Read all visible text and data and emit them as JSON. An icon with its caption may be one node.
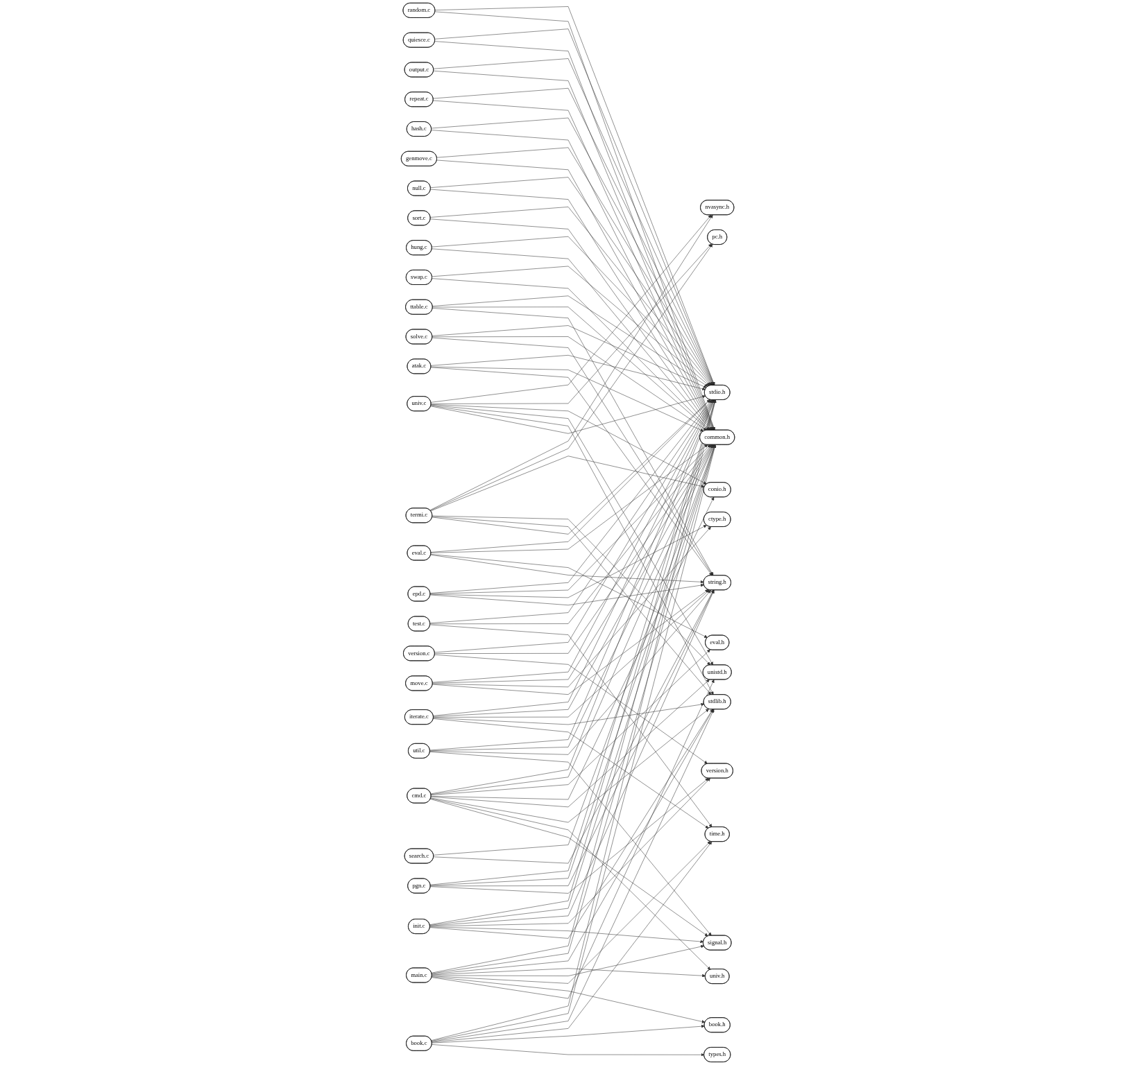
{
  "diagram": {
    "nodes": [
      {
        "text": [
          "nvasync.h"
        ]
      },
      {
        "text": [
          "pc.h"
        ]
      },
      {
        "text": [
          "random.c"
        ]
      },
      {
        "text": [
          "quiesce.c"
        ]
      },
      {
        "text": [
          "output.c"
        ]
      },
      {
        "text": [
          "conio.h"
        ]
      },
      {
        "text": [
          "univ.c"
        ]
      },
      {
        "text": [
          "repeat.c"
        ]
      },
      {
        "text": [
          "hash.c"
        ]
      },
      {
        "text": [
          "genmove.c"
        ]
      },
      {
        "text": [
          "termi.c"
        ]
      },
      {
        "text": [
          "null.c"
        ]
      },
      {
        "text": [
          "sort.c"
        ]
      },
      {
        "text": [
          "hung.c"
        ]
      },
      {
        "text": [
          "unistd.h"
        ]
      },
      {
        "text": [
          "ttable.c"
        ]
      },
      {
        "text": [
          "solve.c"
        ]
      },
      {
        "text": [
          "cmd.c"
        ]
      },
      {
        "text": [
          "eval.h"
        ]
      },
      {
        "text": [
          "stdio.h"
        ]
      },
      {
        "text": [
          "eval.c"
        ]
      },
      {
        "text": [
          "atak.c"
        ]
      },
      {
        "text": [
          "common.h"
        ]
      },
      {
        "text": [
          "stdlib.h"
        ]
      },
      {
        "text": [
          "swap.c"
        ]
      },
      {
        "text": [
          "epd.c"
        ]
      },
      {
        "text": [
          "iterate.c"
        ]
      },
      {
        "text": [
          "main.c"
        ]
      },
      {
        "text": [
          "univ.h"
        ]
      },
      {
        "text": [
          "move.c"
        ]
      },
      {
        "text": [
          "ctype.h"
        ]
      },
      {
        "text": [
          "search.c"
        ]
      },
      {
        "text": [
          "book.c"
        ]
      },
      {
        "text": [
          "util.c"
        ]
      },
      {
        "text": [
          "string.h"
        ]
      },
      {
        "text": [
          "init.c"
        ]
      },
      {
        "text": [
          "version.c"
        ]
      },
      {
        "text": [
          "test.c"
        ]
      },
      {
        "text": [
          "pgn.c"
        ]
      },
      {
        "text": [
          "signal.h"
        ]
      },
      {
        "text": [
          "book.h"
        ]
      },
      {
        "text": [
          "time.h"
        ]
      },
      {
        "text": [
          "types.h"
        ]
      },
      {
        "text": [
          "version.h"
        ]
      }
    ],
    "edges": [
      {
        "from": 2,
        "to": 19,
        "arrow": "to"
      },
      {
        "from": 2,
        "to": 22,
        "arrow": "to"
      },
      {
        "from": 3,
        "to": 19,
        "arrow": "to"
      },
      {
        "from": 3,
        "to": 22,
        "arrow": "to"
      },
      {
        "from": 4,
        "to": 19,
        "arrow": "to"
      },
      {
        "from": 4,
        "to": 22,
        "arrow": "to"
      },
      {
        "from": 6,
        "to": 0,
        "arrow": "to"
      },
      {
        "from": 6,
        "to": 1,
        "arrow": "to"
      },
      {
        "from": 6,
        "to": 5,
        "arrow": "to"
      },
      {
        "from": 6,
        "to": 14,
        "arrow": "to"
      },
      {
        "from": 6,
        "to": 23,
        "arrow": "to"
      },
      {
        "from": 6,
        "to": 19,
        "arrow": "to"
      },
      {
        "from": 7,
        "to": 19,
        "arrow": "to"
      },
      {
        "from": 7,
        "to": 22,
        "arrow": "to"
      },
      {
        "from": 8,
        "to": 19,
        "arrow": "to"
      },
      {
        "from": 8,
        "to": 22,
        "arrow": "to"
      },
      {
        "from": 9,
        "to": 19,
        "arrow": "to"
      },
      {
        "from": 9,
        "to": 22,
        "arrow": "to"
      },
      {
        "from": 10,
        "to": 0,
        "arrow": "to"
      },
      {
        "from": 10,
        "to": 1,
        "arrow": "to"
      },
      {
        "from": 10,
        "to": 5,
        "arrow": "to"
      },
      {
        "from": 10,
        "to": 14,
        "arrow": "to"
      },
      {
        "from": 10,
        "to": 23,
        "arrow": "to"
      },
      {
        "from": 10,
        "to": 19,
        "arrow": "to"
      },
      {
        "from": 11,
        "to": 19,
        "arrow": "to"
      },
      {
        "from": 11,
        "to": 22,
        "arrow": "to"
      },
      {
        "from": 12,
        "to": 19,
        "arrow": "to"
      },
      {
        "from": 12,
        "to": 22,
        "arrow": "to"
      },
      {
        "from": 13,
        "to": 19,
        "arrow": "to"
      },
      {
        "from": 13,
        "to": 22,
        "arrow": "to"
      },
      {
        "from": 15,
        "to": 19,
        "arrow": "to"
      },
      {
        "from": 15,
        "to": 22,
        "arrow": "to"
      },
      {
        "from": 15,
        "to": 34,
        "arrow": "to"
      },
      {
        "from": 16,
        "to": 19,
        "arrow": "to"
      },
      {
        "from": 16,
        "to": 22,
        "arrow": "to"
      },
      {
        "from": 16,
        "to": 34,
        "arrow": "to"
      },
      {
        "from": 17,
        "to": 19,
        "arrow": "to"
      },
      {
        "from": 17,
        "to": 22,
        "arrow": "to"
      },
      {
        "from": 17,
        "to": 18,
        "arrow": "to"
      },
      {
        "from": 17,
        "to": 5,
        "arrow": "to"
      },
      {
        "from": 17,
        "to": 14,
        "arrow": "to"
      },
      {
        "from": 17,
        "to": 23,
        "arrow": "to"
      },
      {
        "from": 17,
        "to": 28,
        "arrow": "to"
      },
      {
        "from": 17,
        "to": 39,
        "arrow": "to"
      },
      {
        "from": 20,
        "to": 19,
        "arrow": "to"
      },
      {
        "from": 20,
        "to": 22,
        "arrow": "to"
      },
      {
        "from": 20,
        "to": 18,
        "arrow": "to"
      },
      {
        "from": 20,
        "to": 34,
        "arrow": "to"
      },
      {
        "from": 21,
        "to": 19,
        "arrow": "to"
      },
      {
        "from": 21,
        "to": 22,
        "arrow": "to"
      },
      {
        "from": 21,
        "to": 34,
        "arrow": "to"
      },
      {
        "from": 24,
        "to": 19,
        "arrow": "to"
      },
      {
        "from": 24,
        "to": 22,
        "arrow": "to"
      },
      {
        "from": 25,
        "to": 19,
        "arrow": "to"
      },
      {
        "from": 25,
        "to": 22,
        "arrow": "to"
      },
      {
        "from": 25,
        "to": 30,
        "arrow": "to"
      },
      {
        "from": 25,
        "to": 34,
        "arrow": "to"
      },
      {
        "from": 26,
        "to": 19,
        "arrow": "to"
      },
      {
        "from": 26,
        "to": 22,
        "arrow": "to"
      },
      {
        "from": 26,
        "to": 34,
        "arrow": "to"
      },
      {
        "from": 26,
        "to": 23,
        "arrow": "to"
      },
      {
        "from": 26,
        "to": 41,
        "arrow": "to"
      },
      {
        "from": 27,
        "to": 19,
        "arrow": "to"
      },
      {
        "from": 27,
        "to": 22,
        "arrow": "to"
      },
      {
        "from": 27,
        "to": 23,
        "arrow": "to"
      },
      {
        "from": 27,
        "to": 28,
        "arrow": "to"
      },
      {
        "from": 27,
        "to": 39,
        "arrow": "to"
      },
      {
        "from": 27,
        "to": 41,
        "arrow": "to"
      },
      {
        "from": 27,
        "to": 40,
        "arrow": "to"
      },
      {
        "from": 27,
        "to": 14,
        "arrow": "to"
      },
      {
        "from": 29,
        "to": 19,
        "arrow": "to"
      },
      {
        "from": 29,
        "to": 22,
        "arrow": "to"
      },
      {
        "from": 29,
        "to": 30,
        "arrow": "to"
      },
      {
        "from": 29,
        "to": 34,
        "arrow": "to"
      },
      {
        "from": 31,
        "to": 22,
        "arrow": "to"
      },
      {
        "from": 31,
        "to": 34,
        "arrow": "to"
      },
      {
        "from": 32,
        "to": 19,
        "arrow": "to"
      },
      {
        "from": 32,
        "to": 22,
        "arrow": "to"
      },
      {
        "from": 32,
        "to": 23,
        "arrow": "to"
      },
      {
        "from": 32,
        "to": 41,
        "arrow": "to"
      },
      {
        "from": 32,
        "to": 40,
        "arrow": "to"
      },
      {
        "from": 32,
        "to": 42,
        "arrow": "to"
      },
      {
        "from": 33,
        "to": 19,
        "arrow": "to"
      },
      {
        "from": 33,
        "to": 22,
        "arrow": "to"
      },
      {
        "from": 33,
        "to": 34,
        "arrow": "to"
      },
      {
        "from": 33,
        "to": 39,
        "arrow": "to"
      },
      {
        "from": 35,
        "to": 19,
        "arrow": "to"
      },
      {
        "from": 35,
        "to": 22,
        "arrow": "to"
      },
      {
        "from": 35,
        "to": 34,
        "arrow": "to"
      },
      {
        "from": 35,
        "to": 43,
        "arrow": "to"
      },
      {
        "from": 35,
        "to": 39,
        "arrow": "to"
      },
      {
        "from": 35,
        "to": 23,
        "arrow": "to"
      },
      {
        "from": 36,
        "to": 19,
        "arrow": "to"
      },
      {
        "from": 36,
        "to": 22,
        "arrow": "to"
      },
      {
        "from": 36,
        "to": 43,
        "arrow": "to"
      },
      {
        "from": 37,
        "to": 19,
        "arrow": "to"
      },
      {
        "from": 37,
        "to": 22,
        "arrow": "to"
      },
      {
        "from": 37,
        "to": 41,
        "arrow": "to"
      },
      {
        "from": 38,
        "to": 19,
        "arrow": "to"
      },
      {
        "from": 38,
        "to": 22,
        "arrow": "to"
      },
      {
        "from": 38,
        "to": 34,
        "arrow": "to"
      },
      {
        "from": 38,
        "to": 43,
        "arrow": "to"
      }
    ]
  }
}
